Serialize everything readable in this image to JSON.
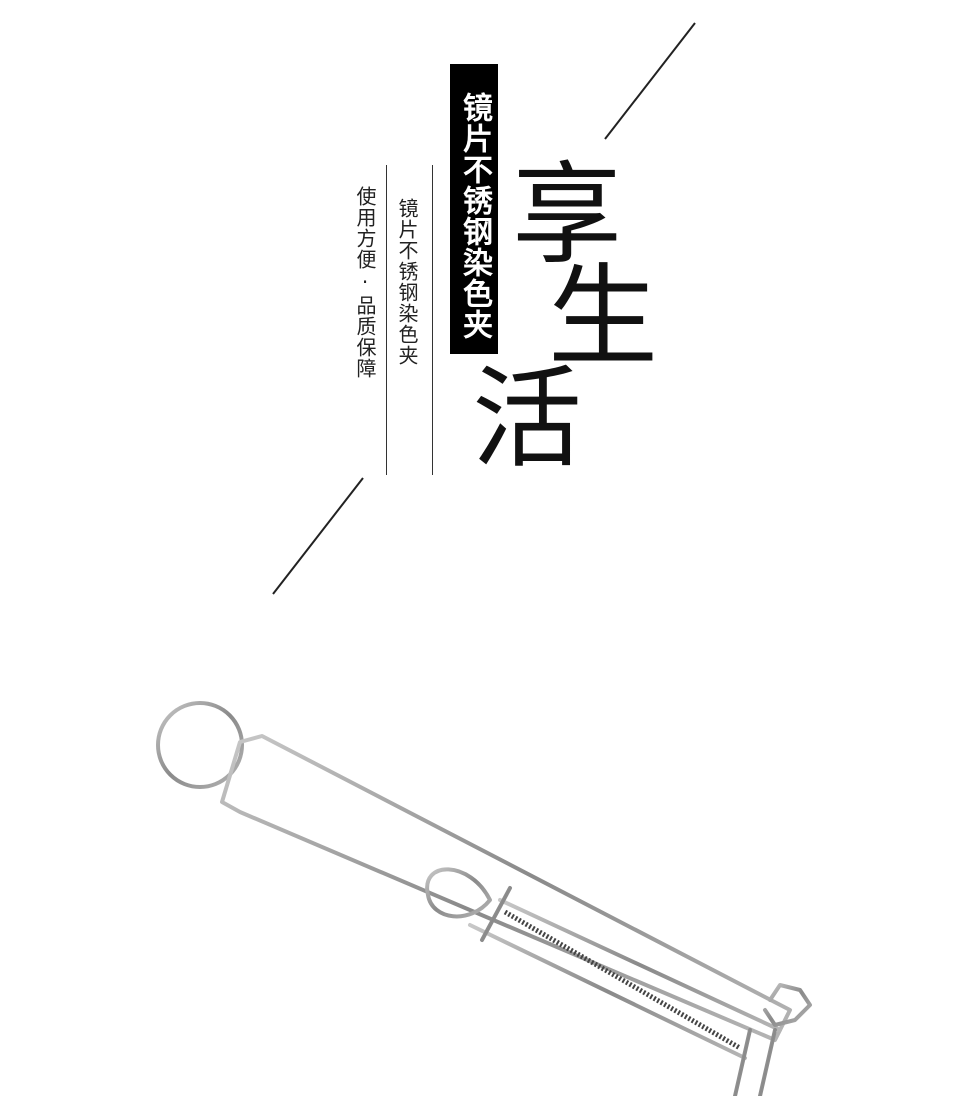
{
  "title_vertical": "镜片不锈钢染色夹",
  "subtitle_vertical_1": "镜片不锈钢染色夹",
  "subtitle_vertical_2": "使用方便·品质保障",
  "slogan": {
    "char_1": "享",
    "char_2": "生",
    "char_3": "活"
  },
  "product_image": {
    "icon": "stainless-steel-clip-image",
    "color": "#9a9a9a"
  }
}
